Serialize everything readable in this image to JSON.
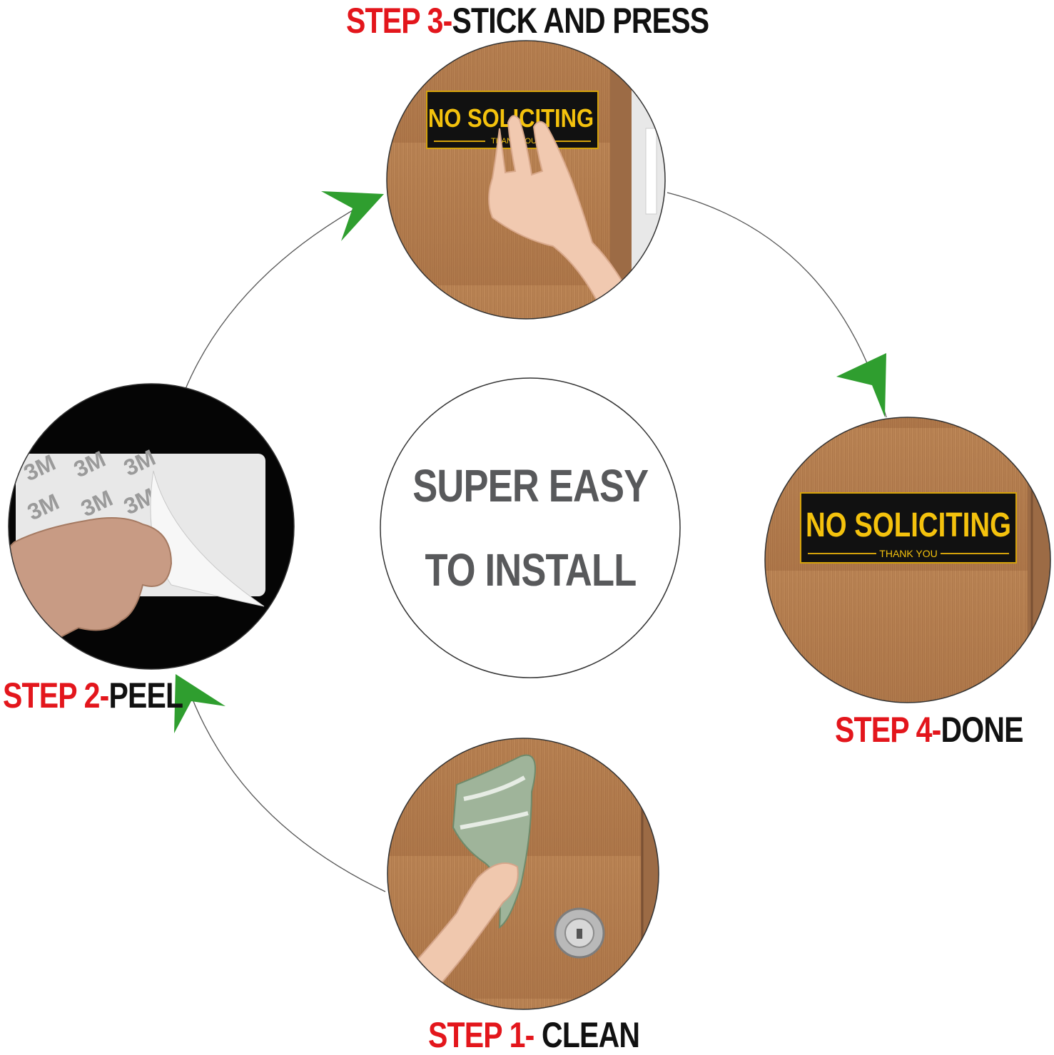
{
  "center": {
    "line1": "SUPER EASY",
    "line2": "TO INSTALL"
  },
  "steps": {
    "step1": {
      "prefix": "STEP 1-",
      "action": " CLEAN"
    },
    "step2": {
      "prefix": "STEP 2-",
      "action": "PEEL"
    },
    "step3": {
      "prefix": "STEP 3-",
      "action": "STICK AND PRESS"
    },
    "step4": {
      "prefix": "STEP 4-",
      "action": "DONE"
    }
  },
  "sign": {
    "title": "NO SOLICITING",
    "subtitle": "THANK YOU"
  },
  "tape": {
    "brand": "3M"
  },
  "colors": {
    "step_red": "#e3161c",
    "arrow_green": "#2f9e2f",
    "wood": "#b27b4f",
    "sign_black": "#111111",
    "sign_yellow": "#f4c20d",
    "center_text": "#58595b"
  }
}
